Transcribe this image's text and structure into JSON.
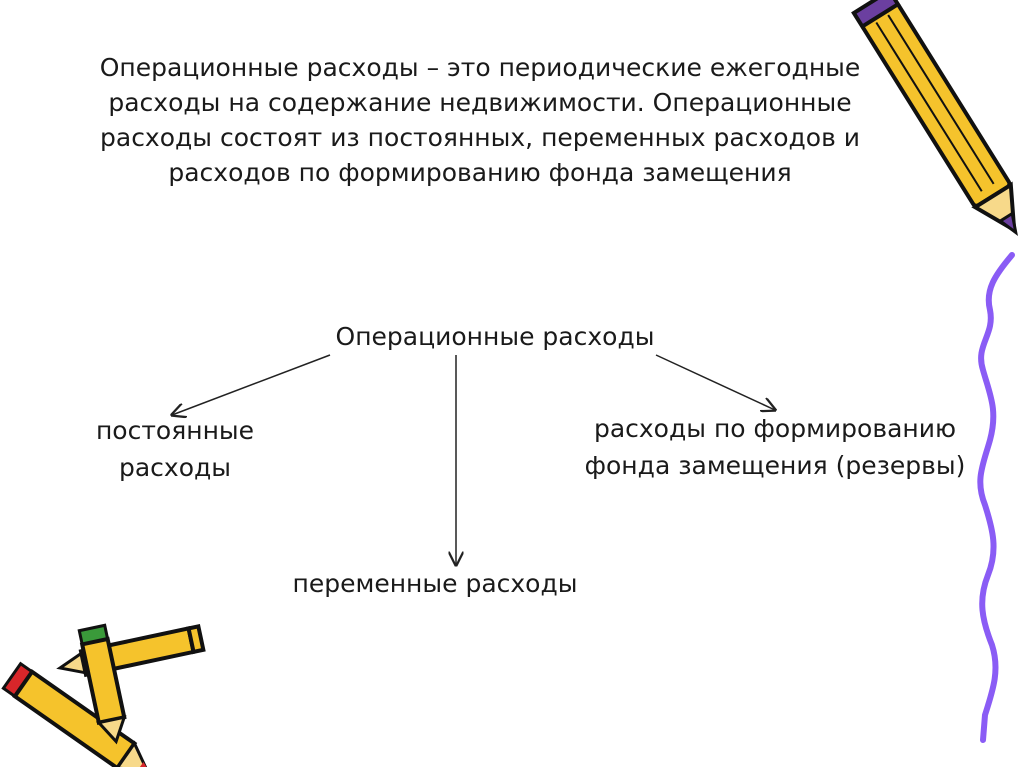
{
  "slide": {
    "definition": "Операционные расходы – это периодические ежегодные расходы на содержание недвижимости. Операционные расходы состоят из постоянных, переменных расходов и расходов по формированию фонда замещения"
  },
  "diagram": {
    "root": "Операционные расходы",
    "children": {
      "fixed": "постоянные расходы",
      "variable": "переменные расходы",
      "reserve": "расходы по формированию фонда замещения (резервы)"
    }
  },
  "decorations": {
    "icons": [
      "pencil-icon",
      "pencils-cluster-icon",
      "wavy-border"
    ],
    "colors": {
      "pencil_body": "#f5c32c",
      "pencil_outline": "#111111",
      "pencil_tip": "#6b3fa0",
      "wave": "#8a5cf5",
      "green_tip": "#3a9a3a",
      "red_tip": "#d8262a"
    }
  }
}
